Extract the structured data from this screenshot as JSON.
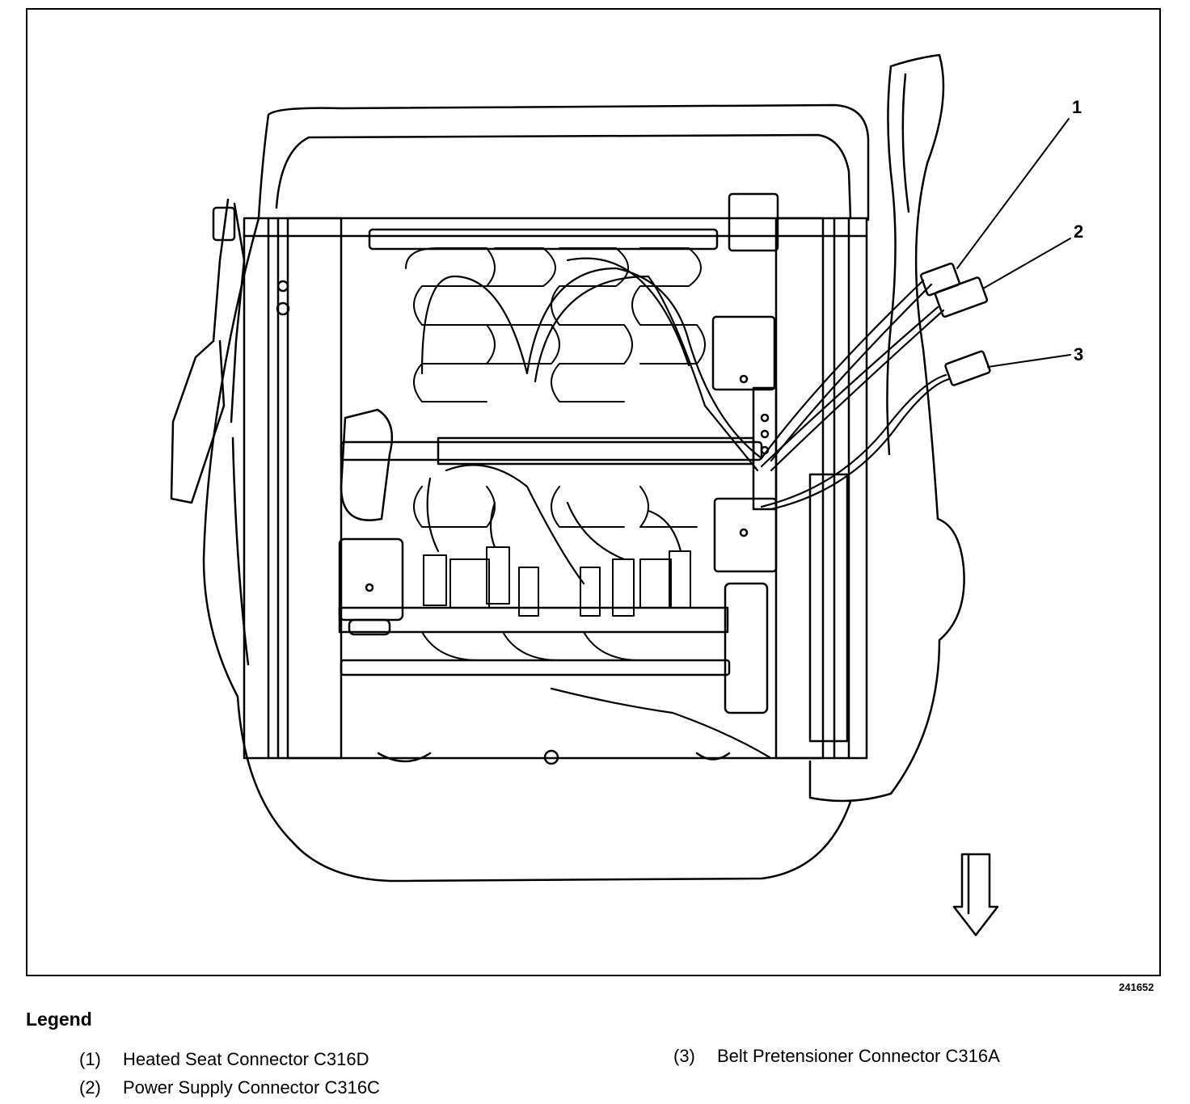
{
  "figure": {
    "id": "241652",
    "callouts": [
      "1",
      "2",
      "3"
    ]
  },
  "legend": {
    "title": "Legend",
    "items": [
      {
        "number": "(1)",
        "text": "Heated Seat Connector C316D"
      },
      {
        "number": "(2)",
        "text": "Power Supply Connector C316C"
      },
      {
        "number": "(3)",
        "text": "Belt Pretensioner Connector C316A"
      }
    ]
  },
  "colors": {
    "line": "#000000",
    "background": "#ffffff"
  }
}
